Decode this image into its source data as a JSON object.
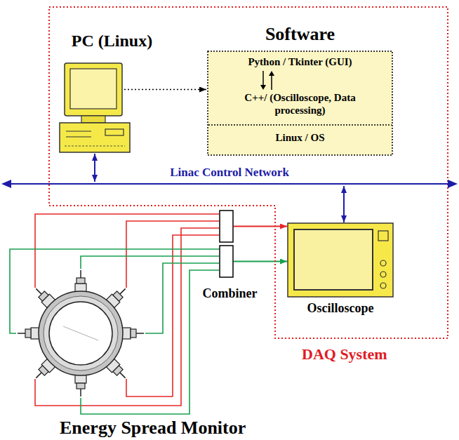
{
  "diagram": {
    "nodes": [
      {
        "text": [
          "DAQ System"
        ]
      },
      {
        "text": [
          "PC (Linux)"
        ],
        "in": 0
      },
      {
        "text": [
          "Software",
          "Python / Tkinter (GUI)",
          "C++/ (Oscilloscope, Data processing)",
          "Linux / OS"
        ],
        "in": 0
      },
      {
        "text": [
          "Linac Control Network"
        ]
      },
      {
        "text": [
          "Oscilloscope"
        ],
        "in": 0
      },
      {
        "text": [
          "Combiner"
        ]
      },
      {
        "text": [
          "Energy Spread Monitor"
        ]
      }
    ],
    "edges": [
      {
        "from": 1,
        "to": 2,
        "arrow": "to"
      },
      {
        "from": 1,
        "to": 3,
        "arrow": "both"
      },
      {
        "from": 3,
        "to": 4,
        "arrow": "both"
      },
      {
        "from": 5,
        "to": 4,
        "arrow": "to"
      },
      {
        "from": 5,
        "to": 4,
        "arrow": "to"
      },
      {
        "from": 6,
        "to": 5,
        "arrow": "none"
      },
      {
        "from": 6,
        "to": 5,
        "arrow": "none"
      },
      {
        "from": 6,
        "to": 5,
        "arrow": "none"
      },
      {
        "from": 6,
        "to": 5,
        "arrow": "none"
      },
      {
        "from": 6,
        "to": 5,
        "arrow": "none"
      },
      {
        "from": 6,
        "to": 5,
        "arrow": "none"
      },
      {
        "from": 6,
        "to": 5,
        "arrow": "none"
      },
      {
        "from": 6,
        "to": 5,
        "arrow": "none"
      }
    ]
  }
}
